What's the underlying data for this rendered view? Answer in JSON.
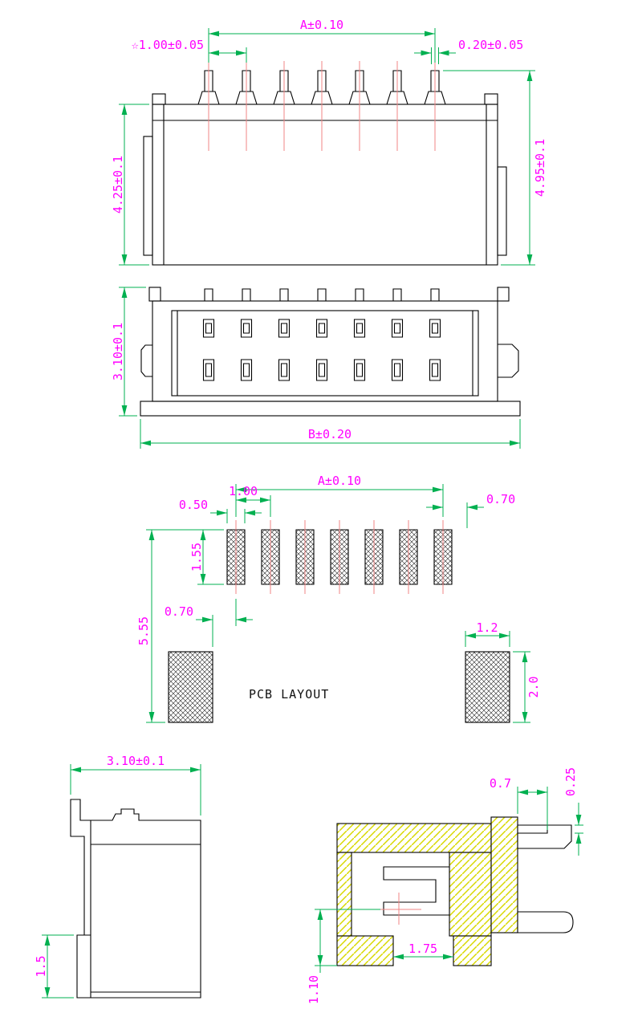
{
  "drawing": {
    "type": "connector-technical-drawing",
    "pin_count": 7,
    "colors": {
      "dimension_line": "#00b050",
      "dimension_text": "#ff00ff",
      "outline": "#000000",
      "centerline": "#f08484",
      "section_hatch": "#d8d800"
    }
  },
  "front_view": {
    "dim_span": "A±0.10",
    "dim_pitch": "☆1.00±0.05",
    "dim_pin_width": "0.20±0.05",
    "dim_height_left": "4.25±0.1",
    "dim_height_right": "4.95±0.1"
  },
  "top_view": {
    "dim_height": "3.10±0.1",
    "dim_width": "B±0.20"
  },
  "pcb_layout": {
    "title": "PCB LAYOUT",
    "dim_span": "A±0.10",
    "dim_pitch": "1.00",
    "dim_pad_width": "0.50",
    "dim_end_gap": "0.70",
    "dim_pad_height": "1.55",
    "dim_overall_height": "5.55",
    "dim_side_gap": "0.70",
    "dim_tab_width": "1.2",
    "dim_tab_height": "2.0"
  },
  "side_view": {
    "dim_depth": "3.10±0.1",
    "dim_foot_height": "1.5"
  },
  "section_view": {
    "dim_latch_width": "0.7",
    "dim_latch_step": "0.25",
    "dim_slot_width": "1.75",
    "dim_base_height": "1.10"
  }
}
